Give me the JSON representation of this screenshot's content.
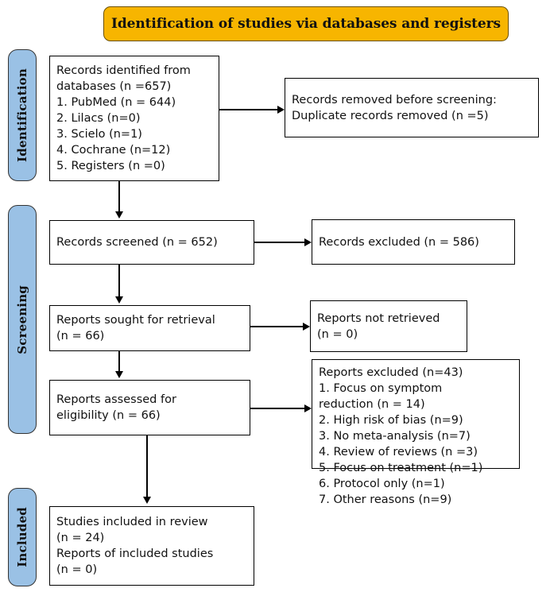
{
  "banner": {
    "title": "Identification of studies via databases and registers",
    "color": "#F7B500"
  },
  "stages": {
    "accent_color": "#9AC1E5",
    "identification": "Identification",
    "screening": "Screening",
    "included": "Included"
  },
  "boxes": {
    "identified": {
      "lines": [
        "Records identified from",
        "databases (n =657)",
        "1. PubMed (n = 644)",
        "2. Lilacs (n=0)",
        "3. Scielo (n=1)",
        "4. Cochrane (n=12)",
        "5. Registers (n =0)"
      ]
    },
    "removed": {
      "lines": [
        "Records removed before screening:",
        "Duplicate records removed (n =5)"
      ]
    },
    "screened": {
      "lines": [
        "Records screened (n = 652)"
      ]
    },
    "excluded_records": {
      "lines": [
        "Records excluded (n = 586)"
      ]
    },
    "sought": {
      "lines": [
        "Reports sought for retrieval",
        "(n = 66)"
      ]
    },
    "not_retrieved": {
      "lines": [
        "Reports not retrieved",
        "(n = 0)"
      ]
    },
    "assessed": {
      "lines": [
        "Reports assessed for",
        "eligibility (n = 66)"
      ]
    },
    "excluded_reports": {
      "lines": [
        "Reports excluded (n=43)",
        "1. Focus on symptom",
        "reduction (n = 14)",
        "2. High risk of bias (n=9)",
        "3. No meta-analysis (n=7)",
        "4. Review of reviews (n =3)",
        "5. Focus on treatment (n=1)",
        "6. Protocol only (n=1)",
        "7. Other reasons (n=9)"
      ]
    },
    "included": {
      "lines": [
        "Studies included in review",
        "(n = 24)",
        "Reports of included studies",
        "(n = 0)"
      ]
    }
  }
}
